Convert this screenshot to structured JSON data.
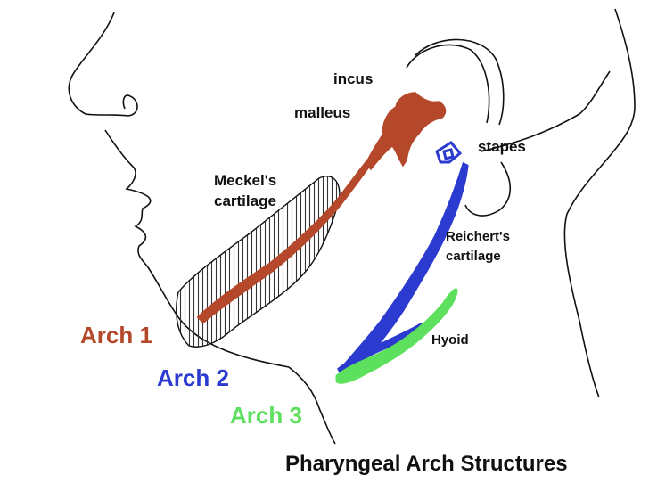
{
  "labels": {
    "incus": "incus",
    "malleus": "malleus",
    "stapes": "stapes",
    "meckel_line1": "Meckel's",
    "meckel_line2": "cartilage",
    "reichert_line1": "Reichert's",
    "reichert_line2": "cartilage",
    "hyoid": "Hyoid",
    "arch1": "Arch 1",
    "arch2": "Arch 2",
    "arch3": "Arch 3"
  },
  "title": "Pharyngeal Arch Structures",
  "colors": {
    "arch1": "#b5482a",
    "arch2": "#2b3bd0",
    "arch3": "#5de05d",
    "outline": "#111111",
    "hatch": "#333333"
  }
}
